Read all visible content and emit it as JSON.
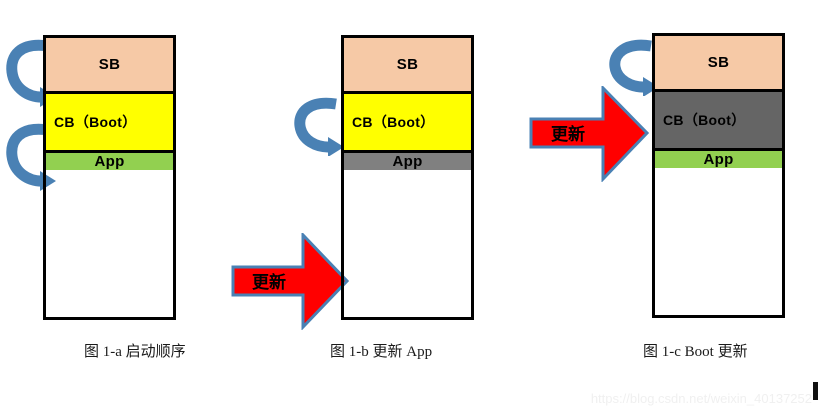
{
  "figures": [
    {
      "id": "figure-a",
      "caption": "图 1-a  启动顺序",
      "blocks": [
        {
          "label": "SB",
          "color": "#F6C9A6",
          "state": "normal"
        },
        {
          "label": "CB（Boot）",
          "color": "#FFFF00",
          "state": "normal"
        },
        {
          "label": "App",
          "color": "#92D050",
          "state": "normal"
        }
      ],
      "loop_arrows": 2,
      "update_arrow": null
    },
    {
      "id": "figure-b",
      "caption": "图 1-b  更新 App",
      "blocks": [
        {
          "label": "SB",
          "color": "#F6C9A6",
          "state": "normal"
        },
        {
          "label": "CB（Boot）",
          "color": "#FFFF00",
          "state": "normal"
        },
        {
          "label": "App",
          "color": "#808080",
          "state": "updating"
        }
      ],
      "loop_arrows": 1,
      "update_arrow": {
        "label": "更新",
        "color": "#FF0000",
        "target": "App"
      }
    },
    {
      "id": "figure-c",
      "caption": "图 1-c Boot 更新",
      "blocks": [
        {
          "label": "SB",
          "color": "#F6C9A6",
          "state": "normal"
        },
        {
          "label": "CB（Boot）",
          "color": "#656565",
          "state": "updating"
        },
        {
          "label": "App",
          "color": "#92D050",
          "state": "normal"
        }
      ],
      "loop_arrows": 1,
      "update_arrow": {
        "label": "更新",
        "color": "#FF0000",
        "target": "CB（Boot）"
      }
    }
  ],
  "colors": {
    "sb_block": "#F6C9A6",
    "cb_block": "#FFFF00",
    "app_block": "#92D050",
    "gray_block": "#808080",
    "dark_gray_block": "#656565",
    "update_arrow": "#FF0000",
    "loop_arrow": "#4A81B4",
    "outline": "#000000"
  },
  "watermark": {
    "text": "https://blog.csdn.net/weixin_40137252"
  }
}
